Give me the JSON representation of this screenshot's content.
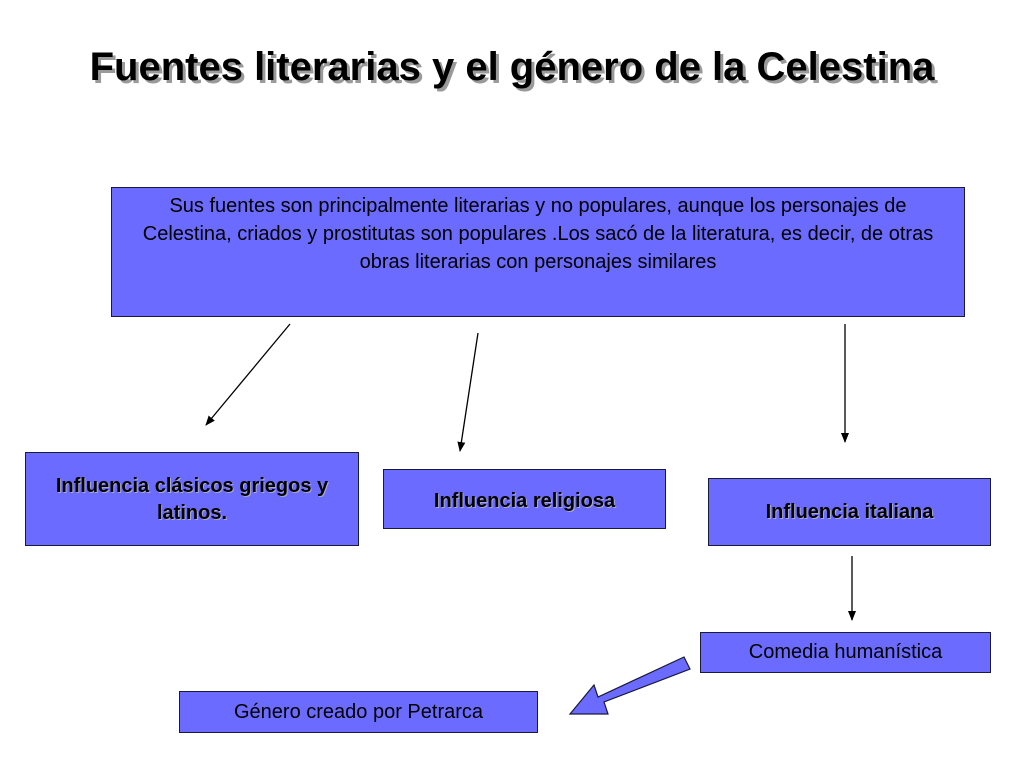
{
  "slide": {
    "title": "Fuentes literarias y el género de la Celestina",
    "intro": "Sus fuentes son principalmente literarias y no populares, aunque los personajes de Celestina, criados y prostitutas son populares .Los sacó de la literatura, es decir, de otras obras literarias con personajes similares"
  },
  "influences": {
    "clasicos": "Influencia clásicos griegos y latinos.",
    "religiosa": "Influencia religiosa",
    "italiana": "Influencia italiana"
  },
  "comedia": "Comedia humanística",
  "genero": "Género creado por Petrarca",
  "colors": {
    "box_fill": "#6b6bff",
    "box_border": "#1a1a3a",
    "block_arrow_fill": "#6b6bff"
  }
}
